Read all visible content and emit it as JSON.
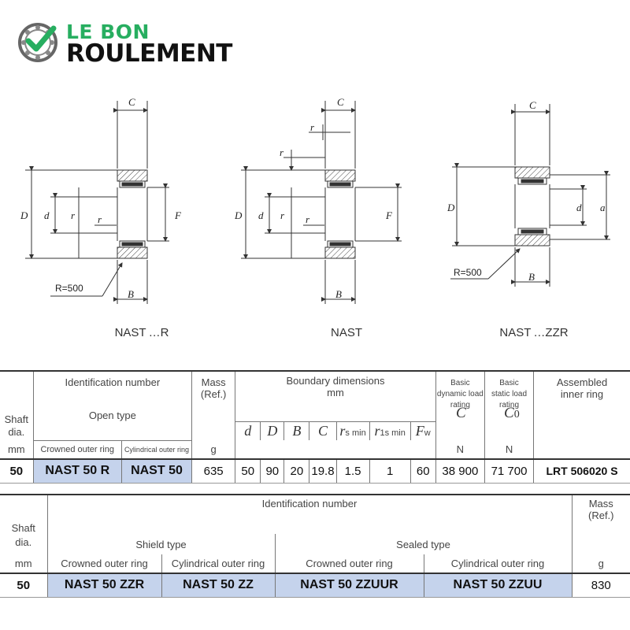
{
  "logo": {
    "line1": "LE BON",
    "line2": "ROULEMENT"
  },
  "drawings": [
    {
      "caption": "NAST …R",
      "labels": {
        "C": "C",
        "D": "D",
        "d": "d",
        "r1a": "r",
        "r1b": "r",
        "Fw": "F",
        "B": "B",
        "radius": "R=500"
      }
    },
    {
      "caption": "NAST",
      "labels": {
        "C": "C",
        "D": "D",
        "d": "d",
        "r": "r",
        "r2": "r",
        "r1a": "r",
        "r1b": "r",
        "Fw": "F",
        "B": "B"
      }
    },
    {
      "caption": "NAST …ZZR",
      "labels": {
        "C": "C",
        "D": "D",
        "d": "d",
        "a": "a",
        "B": "B",
        "radius": "R=500"
      }
    }
  ],
  "colors": {
    "highlight": "#c5d3ec",
    "logo_green": "#27ae60"
  },
  "table1": {
    "h_shaft": "Shaft dia.",
    "h_mm": "mm",
    "h_ident": "Identification number",
    "h_open": "Open type",
    "h_crowned": "Crowned outer ring",
    "h_cyl": "Cylindrical outer ring",
    "h_mass": "Mass (Ref.)",
    "h_g": "g",
    "h_boundary": "Boundary dimensions",
    "h_bmm": "mm",
    "h_d": "d",
    "h_D": "D",
    "h_B": "B",
    "h_C": "C",
    "h_rs": "r",
    "h_rs_sub": "s min",
    "h_r1s": "r",
    "h_r1s_sub": "1s min",
    "h_Fw": "F",
    "h_Fw_sub": "w",
    "h_dyn": "Basic dynamic load rating",
    "h_dyn_sym": "C",
    "h_dyn_unit": "N",
    "h_static": "Basic static load rating",
    "h_static_sym": "C",
    "h_static_sub": "0",
    "h_static_unit": "N",
    "h_inner": "Assembled inner ring",
    "row": {
      "shaft": "50",
      "crowned": "NAST 50 R",
      "cyl": "NAST 50",
      "mass": "635",
      "d": "50",
      "D": "90",
      "B": "20",
      "C": "19.8",
      "rs": "1.5",
      "r1s": "1",
      "Fw": "60",
      "dyn": "38 900",
      "static": "71 700",
      "inner": "LRT 506020 S"
    }
  },
  "table2": {
    "h_shaft": "Shaft dia.",
    "h_mm": "mm",
    "h_ident": "Identification number",
    "h_shield": "Shield type",
    "h_sealed": "Sealed type",
    "h_crowned1": "Crowned outer ring",
    "h_cyl1": "Cylindrical outer ring",
    "h_crowned2": "Crowned outer ring",
    "h_cyl2": "Cylindrical outer ring",
    "h_mass": "Mass (Ref.)",
    "h_g": "g",
    "row": {
      "shaft": "50",
      "zzr": "NAST 50 ZZR",
      "zz": "NAST 50 ZZ",
      "zzuur": "NAST 50 ZZUUR",
      "zzuu": "NAST 50 ZZUU",
      "mass": "830"
    }
  }
}
